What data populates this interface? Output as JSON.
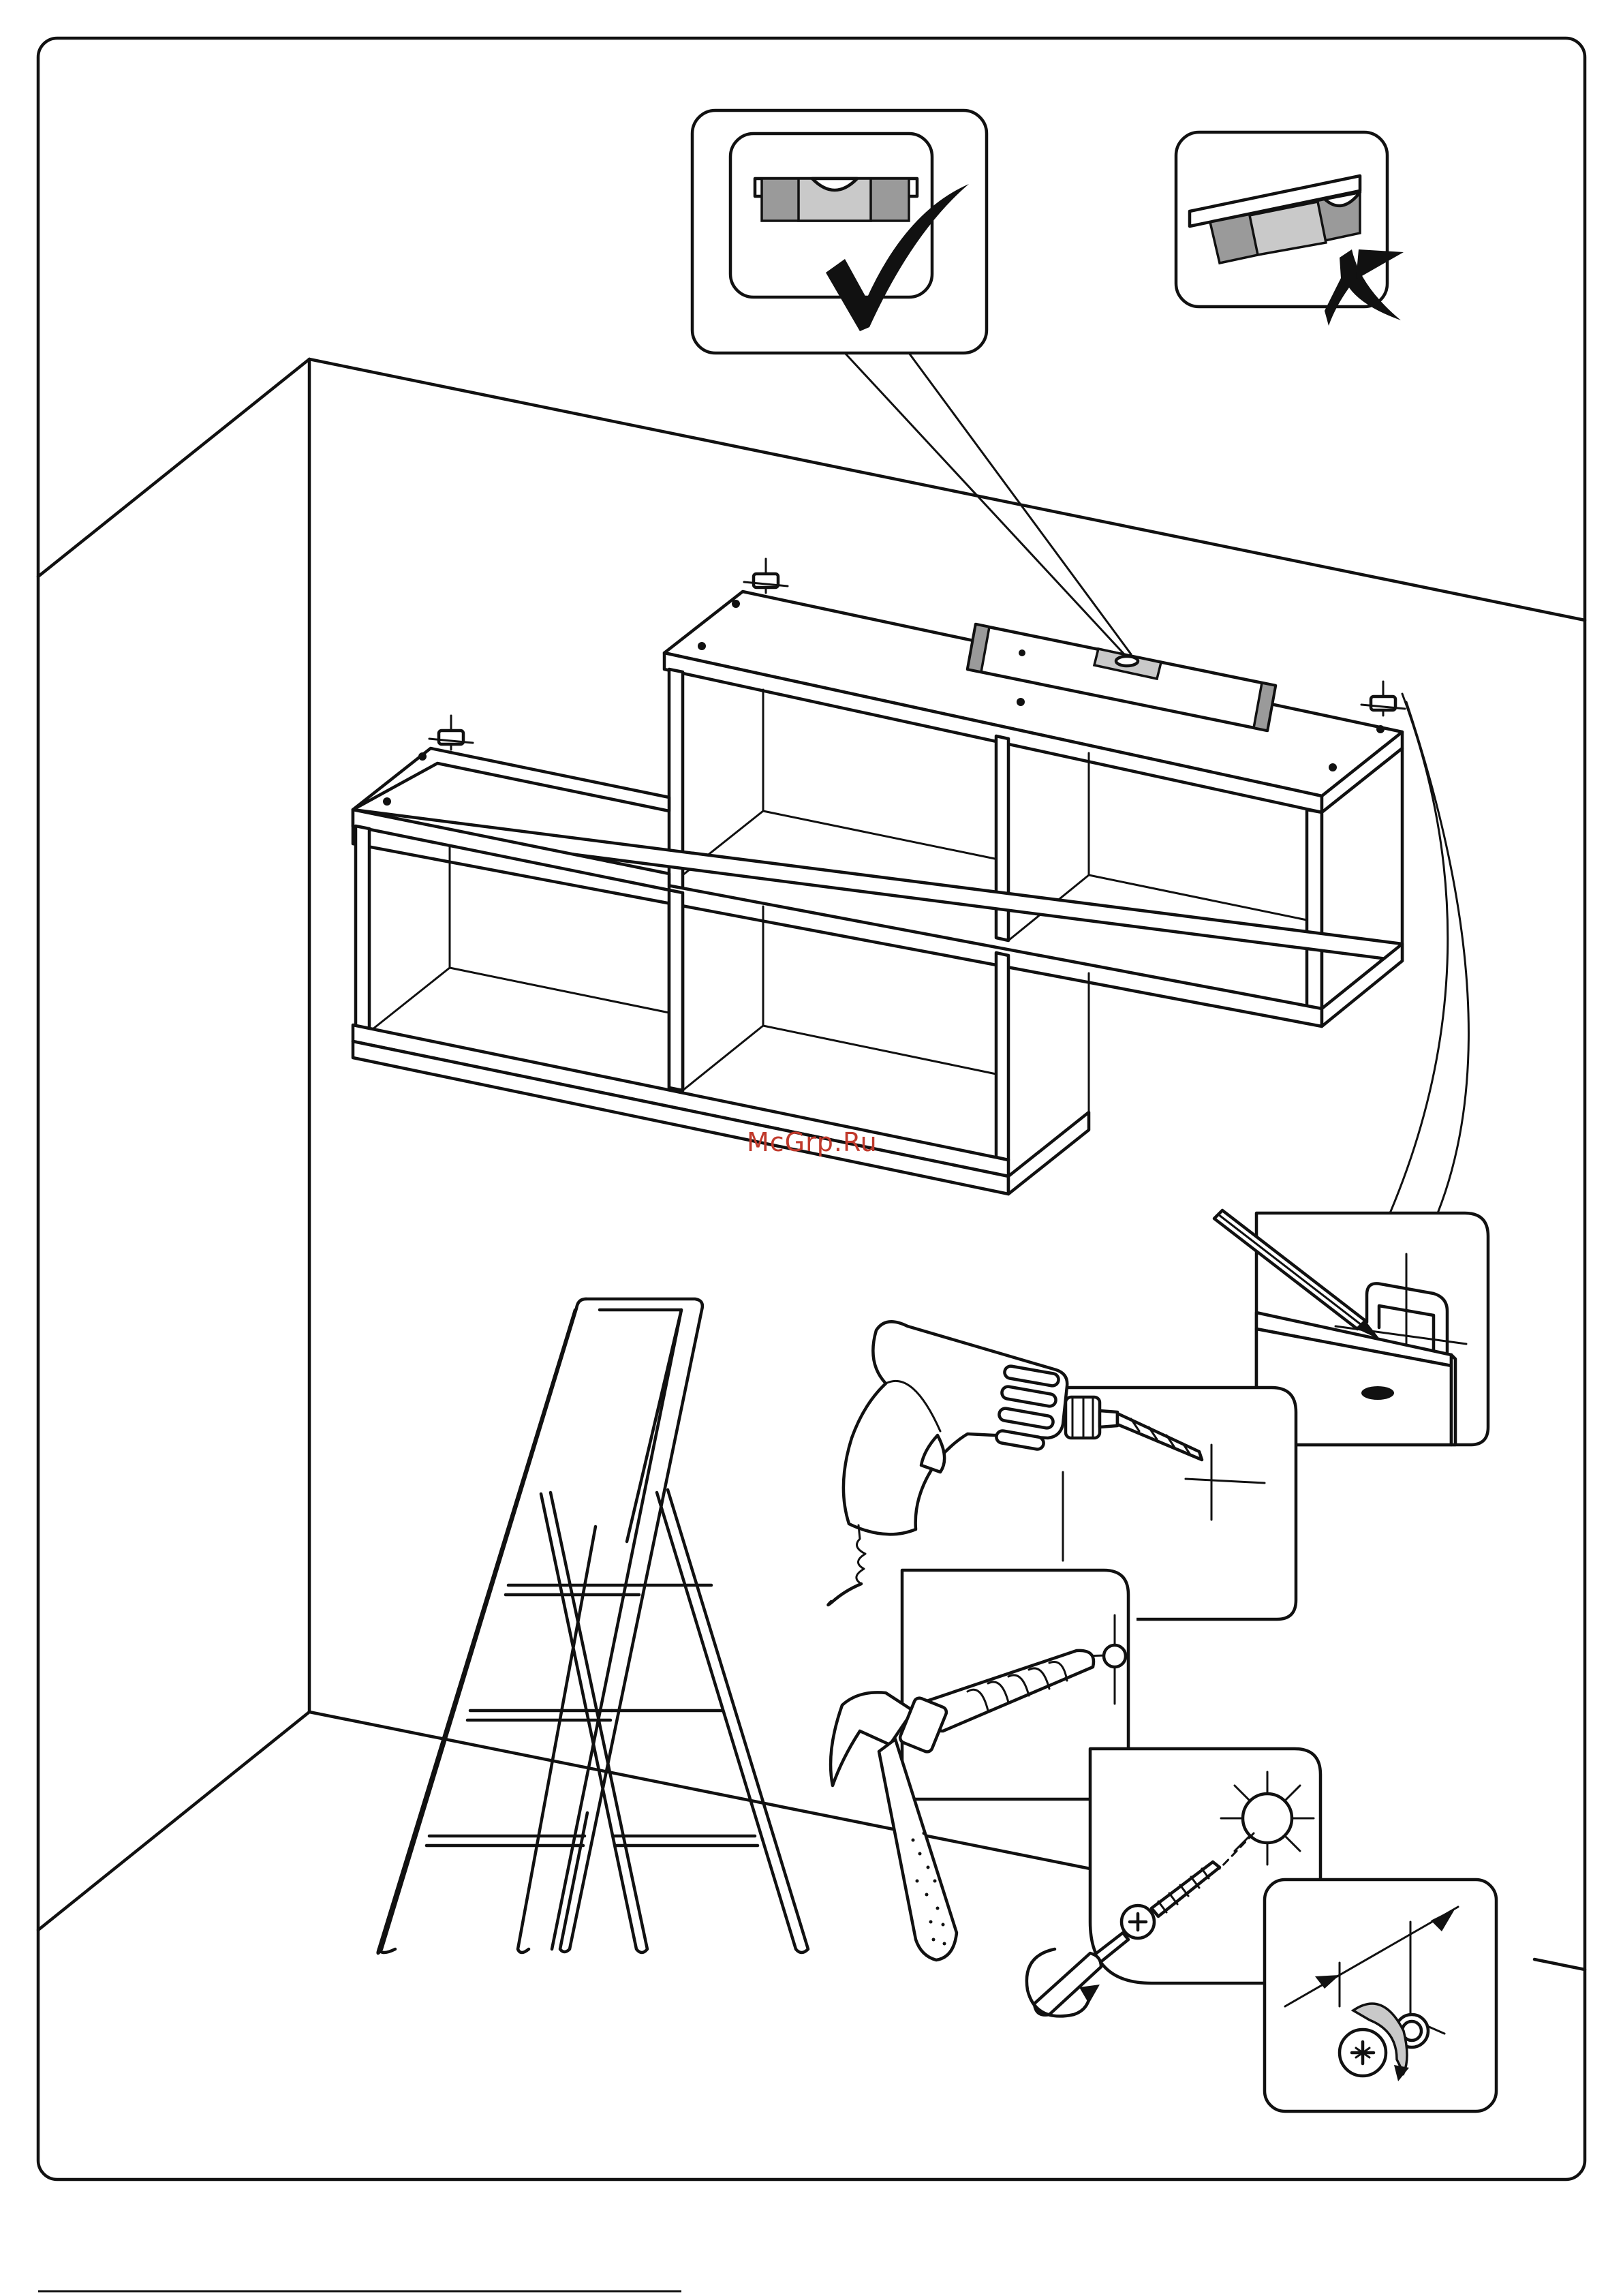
{
  "watermark": {
    "text": "McGrp.Ru",
    "color": "#c0392b"
  },
  "palette": {
    "line": "#111111",
    "shade": "#9a9a9a",
    "light_shade": "#c9c9c9",
    "background": "#ffffff"
  },
  "illustration": {
    "scene": "wall-shelf-installation",
    "callouts": [
      {
        "name": "level-correct-callout",
        "mark": "check-icon"
      },
      {
        "name": "level-incorrect-callout",
        "mark": "cross-icon"
      },
      {
        "name": "mark-hole-callout",
        "icon": "pencil-icon"
      },
      {
        "name": "drill-callout",
        "icon": "drill-icon"
      },
      {
        "name": "dowel-callout",
        "icon": "hammer-icon"
      },
      {
        "name": "screw-callout",
        "icon": "screwdriver-icon"
      },
      {
        "name": "adjust-bracket-callout",
        "icon": "rotate-arrow-icon"
      }
    ]
  }
}
